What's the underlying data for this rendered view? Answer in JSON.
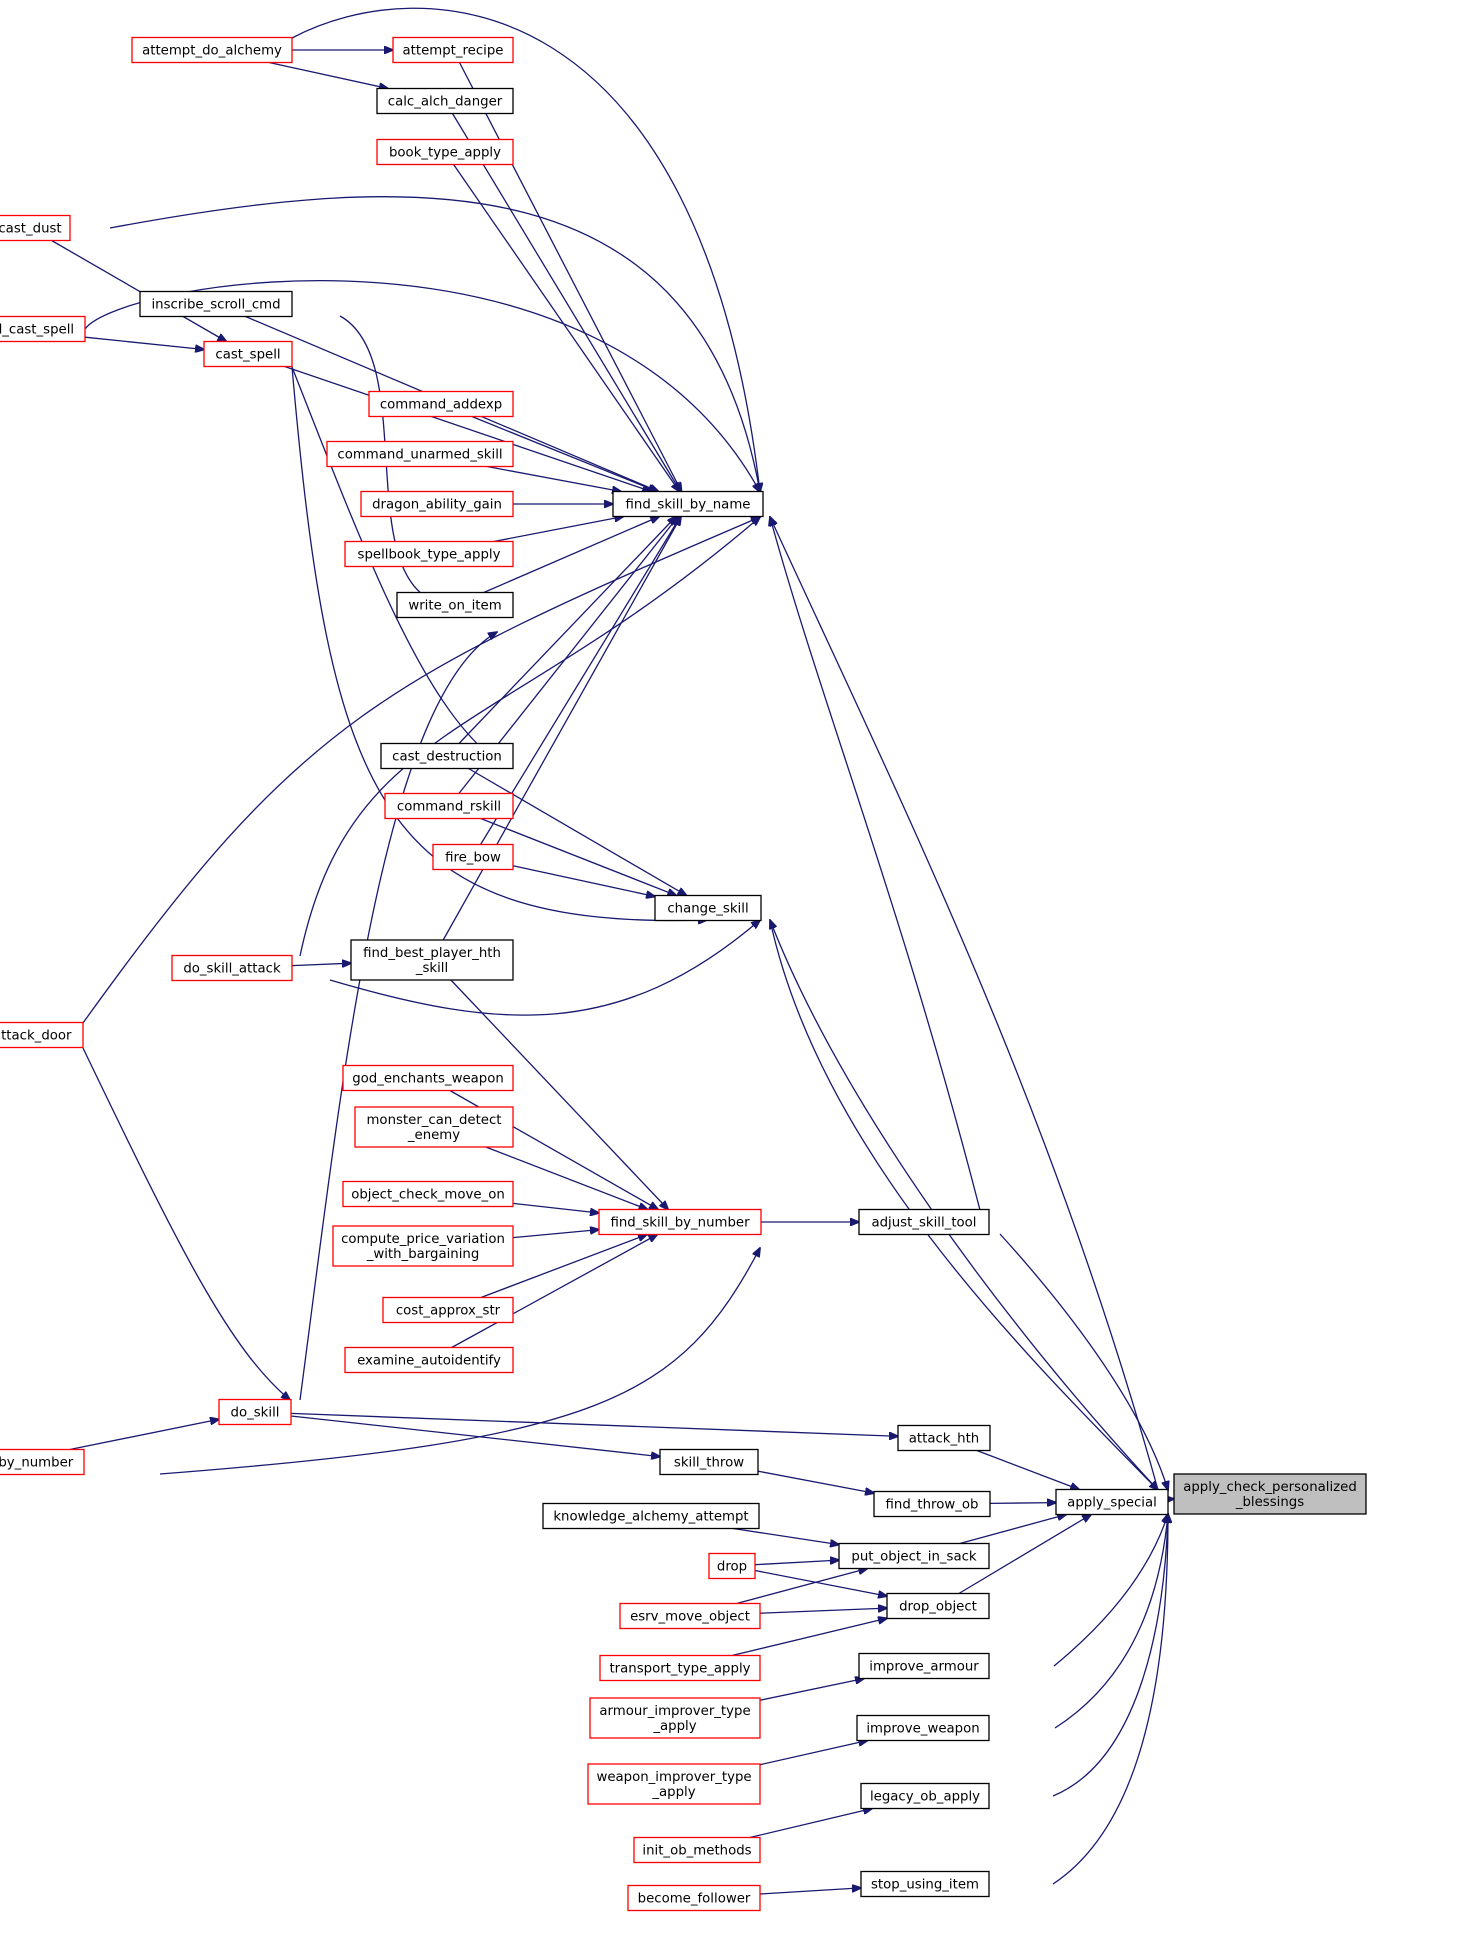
{
  "nodes": {
    "attempt_do_alchemy": {
      "label": [
        "attempt_do_alchemy"
      ],
      "color": "red"
    },
    "attempt_recipe": {
      "label": [
        "attempt_recipe"
      ],
      "color": "red"
    },
    "calc_alch_danger": {
      "label": [
        "calc_alch_danger"
      ],
      "color": "black"
    },
    "book_type_apply": {
      "label": [
        "book_type_apply"
      ],
      "color": "red"
    },
    "cast_dust": {
      "label": [
        "cast_dust"
      ],
      "color": "red"
    },
    "inscribe_scroll_cmd": {
      "label": [
        "inscribe_scroll_cmd"
      ],
      "color": "black"
    },
    "command_cast_spell": {
      "label": [
        "command_cast_spell"
      ],
      "color": "red"
    },
    "cast_spell": {
      "label": [
        "cast_spell"
      ],
      "color": "red"
    },
    "command_addexp": {
      "label": [
        "command_addexp"
      ],
      "color": "red"
    },
    "command_unarmed_skill": {
      "label": [
        "command_unarmed_skill"
      ],
      "color": "red"
    },
    "dragon_ability_gain": {
      "label": [
        "dragon_ability_gain"
      ],
      "color": "red"
    },
    "find_skill_by_name": {
      "label": [
        "find_skill_by_name"
      ],
      "color": "black"
    },
    "spellbook_type_apply": {
      "label": [
        "spellbook_type_apply"
      ],
      "color": "red"
    },
    "write_on_item": {
      "label": [
        "write_on_item"
      ],
      "color": "black"
    },
    "cast_destruction": {
      "label": [
        "cast_destruction"
      ],
      "color": "black"
    },
    "command_rskill": {
      "label": [
        "command_rskill"
      ],
      "color": "red"
    },
    "fire_bow": {
      "label": [
        "fire_bow"
      ],
      "color": "red"
    },
    "change_skill": {
      "label": [
        "change_skill"
      ],
      "color": "black"
    },
    "do_skill_attack": {
      "label": [
        "do_skill_attack"
      ],
      "color": "red"
    },
    "find_best_player_hth_skill": {
      "label": [
        "find_best_player_hth",
        "_skill"
      ],
      "color": "black"
    },
    "player_attack_door": {
      "label": [
        "player_attack_door"
      ],
      "color": "red"
    },
    "god_enchants_weapon": {
      "label": [
        "god_enchants_weapon"
      ],
      "color": "red"
    },
    "monster_can_detect_enemy": {
      "label": [
        "monster_can_detect",
        "_enemy"
      ],
      "color": "red"
    },
    "object_check_move_on": {
      "label": [
        "object_check_move_on"
      ],
      "color": "red"
    },
    "find_skill_by_number": {
      "label": [
        "find_skill_by_number"
      ],
      "color": "red"
    },
    "adjust_skill_tool": {
      "label": [
        "adjust_skill_tool"
      ],
      "color": "black"
    },
    "compute_price_variation_with_bargaining": {
      "label": [
        "compute_price_variation",
        "_with_bargaining"
      ],
      "color": "red"
    },
    "cost_approx_str": {
      "label": [
        "cost_approx_str"
      ],
      "color": "red"
    },
    "examine_autoidentify": {
      "label": [
        "examine_autoidentify"
      ],
      "color": "red"
    },
    "do_skill": {
      "label": [
        "do_skill"
      ],
      "color": "red"
    },
    "attack_hth": {
      "label": [
        "attack_hth"
      ],
      "color": "black"
    },
    "do_skill_by_number": {
      "label": [
        "do_skill_by_number"
      ],
      "color": "red"
    },
    "skill_throw": {
      "label": [
        "skill_throw"
      ],
      "color": "black"
    },
    "find_throw_ob": {
      "label": [
        "find_throw_ob"
      ],
      "color": "black"
    },
    "apply_special": {
      "label": [
        "apply_special"
      ],
      "color": "black"
    },
    "apply_check_personalized_blessings": {
      "label": [
        "apply_check_personalized",
        "_blessings"
      ],
      "color": "root"
    },
    "knowledge_alchemy_attempt": {
      "label": [
        "knowledge_alchemy_attempt"
      ],
      "color": "black"
    },
    "put_object_in_sack": {
      "label": [
        "put_object_in_sack"
      ],
      "color": "black"
    },
    "drop": {
      "label": [
        "drop"
      ],
      "color": "red"
    },
    "drop_object": {
      "label": [
        "drop_object"
      ],
      "color": "black"
    },
    "esrv_move_object": {
      "label": [
        "esrv_move_object"
      ],
      "color": "red"
    },
    "transport_type_apply": {
      "label": [
        "transport_type_apply"
      ],
      "color": "red"
    },
    "improve_armour": {
      "label": [
        "improve_armour"
      ],
      "color": "black"
    },
    "armour_improver_type_apply": {
      "label": [
        "armour_improver_type",
        "_apply"
      ],
      "color": "red"
    },
    "improve_weapon": {
      "label": [
        "improve_weapon"
      ],
      "color": "black"
    },
    "weapon_improver_type_apply": {
      "label": [
        "weapon_improver_type",
        "_apply"
      ],
      "color": "red"
    },
    "legacy_ob_apply": {
      "label": [
        "legacy_ob_apply"
      ],
      "color": "black"
    },
    "init_ob_methods": {
      "label": [
        "init_ob_methods"
      ],
      "color": "red"
    },
    "stop_using_item": {
      "label": [
        "stop_using_item"
      ],
      "color": "black"
    },
    "become_follower": {
      "label": [
        "become_follower"
      ],
      "color": "red"
    }
  },
  "edges": [
    [
      "attempt_do_alchemy",
      "attempt_recipe"
    ],
    [
      "attempt_do_alchemy",
      "calc_alch_danger"
    ],
    [
      "attempt_do_alchemy",
      "find_skill_by_name"
    ],
    [
      "attempt_recipe",
      "find_skill_by_name"
    ],
    [
      "calc_alch_danger",
      "find_skill_by_name"
    ],
    [
      "book_type_apply",
      "find_skill_by_name"
    ],
    [
      "cast_dust",
      "find_skill_by_name"
    ],
    [
      "cast_dust",
      "cast_spell"
    ],
    [
      "command_cast_spell",
      "find_skill_by_name"
    ],
    [
      "command_cast_spell",
      "cast_spell"
    ],
    [
      "inscribe_scroll_cmd",
      "find_skill_by_name"
    ],
    [
      "inscribe_scroll_cmd",
      "write_on_item"
    ],
    [
      "cast_spell",
      "find_skill_by_name"
    ],
    [
      "cast_spell",
      "cast_destruction"
    ],
    [
      "cast_spell",
      "change_skill"
    ],
    [
      "command_addexp",
      "find_skill_by_name"
    ],
    [
      "command_unarmed_skill",
      "find_skill_by_name"
    ],
    [
      "dragon_ability_gain",
      "find_skill_by_name"
    ],
    [
      "spellbook_type_apply",
      "find_skill_by_name"
    ],
    [
      "write_on_item",
      "find_skill_by_name"
    ],
    [
      "cast_destruction",
      "find_skill_by_name"
    ],
    [
      "cast_destruction",
      "change_skill"
    ],
    [
      "command_rskill",
      "find_skill_by_name"
    ],
    [
      "command_rskill",
      "change_skill"
    ],
    [
      "fire_bow",
      "find_skill_by_name"
    ],
    [
      "fire_bow",
      "change_skill"
    ],
    [
      "player_attack_door",
      "find_skill_by_name"
    ],
    [
      "player_attack_door",
      "do_skill"
    ],
    [
      "do_skill_attack",
      "find_skill_by_name"
    ],
    [
      "do_skill_attack",
      "change_skill"
    ],
    [
      "do_skill_attack",
      "find_best_player_hth_skill"
    ],
    [
      "find_best_player_hth_skill",
      "find_skill_by_name"
    ],
    [
      "find_best_player_hth_skill",
      "find_skill_by_number"
    ],
    [
      "change_skill",
      "apply_special"
    ],
    [
      "apply_special",
      "change_skill"
    ],
    [
      "apply_special",
      "find_skill_by_name"
    ],
    [
      "adjust_skill_tool",
      "find_skill_by_name"
    ],
    [
      "god_enchants_weapon",
      "find_skill_by_number"
    ],
    [
      "monster_can_detect_enemy",
      "find_skill_by_number"
    ],
    [
      "object_check_move_on",
      "find_skill_by_number"
    ],
    [
      "compute_price_variation_with_bargaining",
      "find_skill_by_number"
    ],
    [
      "cost_approx_str",
      "find_skill_by_number"
    ],
    [
      "examine_autoidentify",
      "find_skill_by_number"
    ],
    [
      "do_skill_by_number",
      "find_skill_by_number"
    ],
    [
      "do_skill_by_number",
      "do_skill"
    ],
    [
      "find_skill_by_number",
      "adjust_skill_tool"
    ],
    [
      "adjust_skill_tool",
      "apply_special"
    ],
    [
      "do_skill",
      "write_on_item"
    ],
    [
      "do_skill",
      "attack_hth"
    ],
    [
      "do_skill",
      "skill_throw"
    ],
    [
      "attack_hth",
      "apply_special"
    ],
    [
      "skill_throw",
      "find_throw_ob"
    ],
    [
      "find_throw_ob",
      "apply_special"
    ],
    [
      "knowledge_alchemy_attempt",
      "put_object_in_sack"
    ],
    [
      "drop",
      "put_object_in_sack"
    ],
    [
      "drop",
      "drop_object"
    ],
    [
      "esrv_move_object",
      "put_object_in_sack"
    ],
    [
      "esrv_move_object",
      "drop_object"
    ],
    [
      "transport_type_apply",
      "drop_object"
    ],
    [
      "put_object_in_sack",
      "apply_special"
    ],
    [
      "drop_object",
      "apply_special"
    ],
    [
      "armour_improver_type_apply",
      "improve_armour"
    ],
    [
      "improve_armour",
      "apply_special"
    ],
    [
      "weapon_improver_type_apply",
      "improve_weapon"
    ],
    [
      "improve_weapon",
      "apply_special"
    ],
    [
      "init_ob_methods",
      "legacy_ob_apply"
    ],
    [
      "legacy_ob_apply",
      "apply_special"
    ],
    [
      "become_follower",
      "stop_using_item"
    ],
    [
      "stop_using_item",
      "apply_special"
    ],
    [
      "apply_special",
      "apply_check_personalized_blessings"
    ]
  ]
}
